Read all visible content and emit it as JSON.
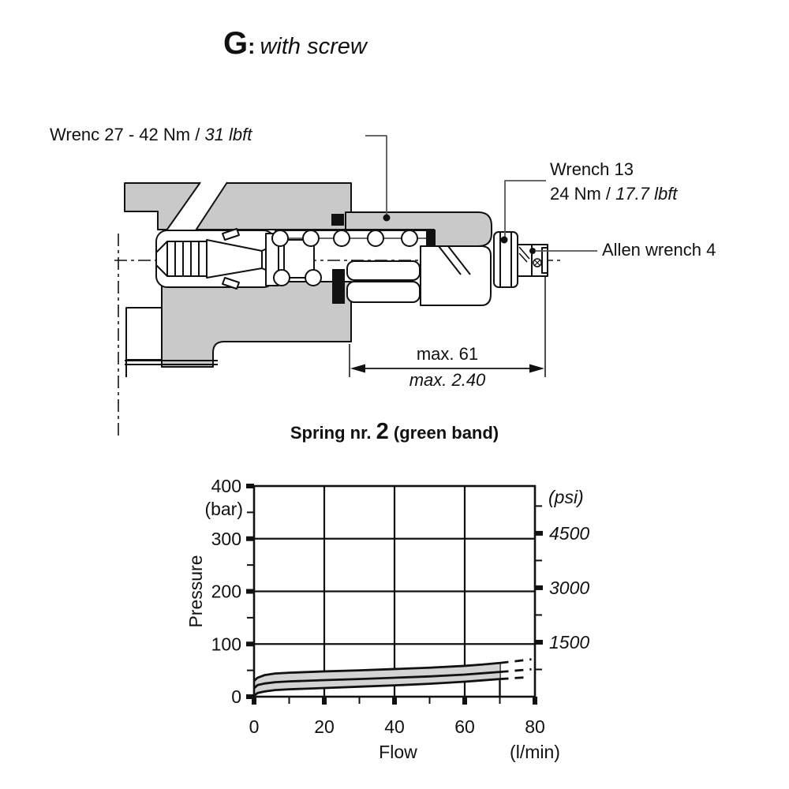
{
  "page": {
    "background": "#ffffff",
    "ink": "#111111"
  },
  "title": {
    "letter": "G",
    "separator": ":",
    "text": "with screw"
  },
  "figure": {
    "gray_fill": "#c9c9c9",
    "labels": {
      "wrench27": {
        "text": "Wrenc 27 - 42 Nm / ",
        "italic": "31 lbft"
      },
      "wrench13": {
        "line1": "Wrench 13",
        "line2": "24 Nm / ",
        "line2_italic": "17.7 lbft"
      },
      "allen": {
        "text": "Allen wrench 4"
      }
    },
    "dimension": {
      "metric": "max. 61",
      "imperial": "max. 2.40"
    }
  },
  "spring_heading": {
    "prefix": "Spring nr. ",
    "number": "2",
    "suffix": " (green band)"
  },
  "chart_data": {
    "type": "area",
    "title": "Spring nr. 2 (green band)",
    "xlabel": "Flow",
    "x_unit": "(l/min)",
    "ylabel": "Pressure",
    "y_unit_left": "(bar)",
    "y_unit_right": "(psi)",
    "xlim": [
      0,
      80
    ],
    "ylim_bar": [
      0,
      400
    ],
    "psi_per_bar": 14.5038,
    "x_ticks": [
      0,
      20,
      40,
      60,
      80
    ],
    "x_minor_ticks": [
      10,
      30,
      50,
      70
    ],
    "y_ticks_bar": [
      0,
      100,
      200,
      300,
      400
    ],
    "y_minor_ticks_bar": [
      50,
      150,
      250,
      350
    ],
    "right_ticks_psi": [
      1500,
      3000,
      4500
    ],
    "right_minor_ticks_psi": [
      750,
      2250,
      3750,
      5250
    ],
    "grid": true,
    "legend": "none",
    "range_limit_x": 70,
    "band_fill": "#d3d3d3",
    "series": [
      {
        "name": "upper",
        "x": [
          0,
          1,
          3,
          6,
          10,
          20,
          30,
          40,
          50,
          60,
          65,
          70
        ],
        "y_bar": [
          30,
          36,
          41,
          44,
          45.5,
          48,
          50,
          52.5,
          55,
          58.5,
          61,
          64
        ],
        "dash_to": {
          "x": 79,
          "y_bar": 71
        }
      },
      {
        "name": "middle",
        "x": [
          0,
          1,
          3,
          6,
          10,
          20,
          30,
          40,
          50,
          60,
          65,
          70
        ],
        "y_bar": [
          16,
          22,
          25,
          27.5,
          29,
          31.5,
          33.5,
          36,
          38.5,
          42,
          44.5,
          47
        ],
        "dash_to": {
          "x": 79,
          "y_bar": 52
        }
      },
      {
        "name": "lower",
        "x": [
          0,
          1,
          3,
          6,
          10,
          20,
          30,
          40,
          50,
          60,
          65,
          70
        ],
        "y_bar": [
          2,
          7,
          10,
          12.5,
          14,
          16.5,
          19,
          21.5,
          24.5,
          28.5,
          31,
          33.5
        ],
        "dash_to": {
          "x": 78,
          "y_bar": 37
        }
      }
    ]
  }
}
